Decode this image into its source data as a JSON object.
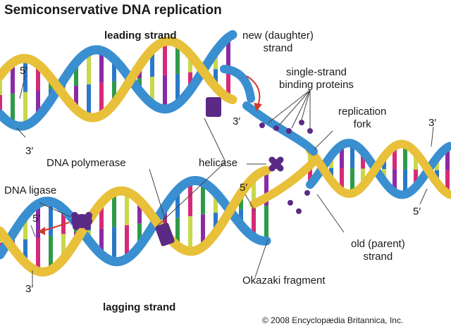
{
  "title": "Semiconservative DNA replication",
  "labels": {
    "leading_strand": "leading strand",
    "lagging_strand": "lagging strand",
    "new_strand": "new (daughter)\nstrand",
    "ssb_proteins": "single-strand\nbinding proteins",
    "replication_fork": "replication\nfork",
    "dna_polymerase": "DNA polymerase",
    "helicase": "helicase",
    "dna_ligase": "DNA ligase",
    "old_strand": "old (parent)\nstrand",
    "okazaki": "Okazaki fragment",
    "five_prime": "5′",
    "three_prime": "3′"
  },
  "credit": "© 2008 Encyclopædia Britannica, Inc.",
  "colors": {
    "parent_strand": "#3a8fd0",
    "new_strand": "#e8c03a",
    "enzyme": "#5a2a86",
    "arrow": "#d33a2a",
    "base_pairs": [
      "#d62a78",
      "#2e9a48",
      "#c8d84a",
      "#8b2aa6",
      "#2a78c8"
    ]
  }
}
